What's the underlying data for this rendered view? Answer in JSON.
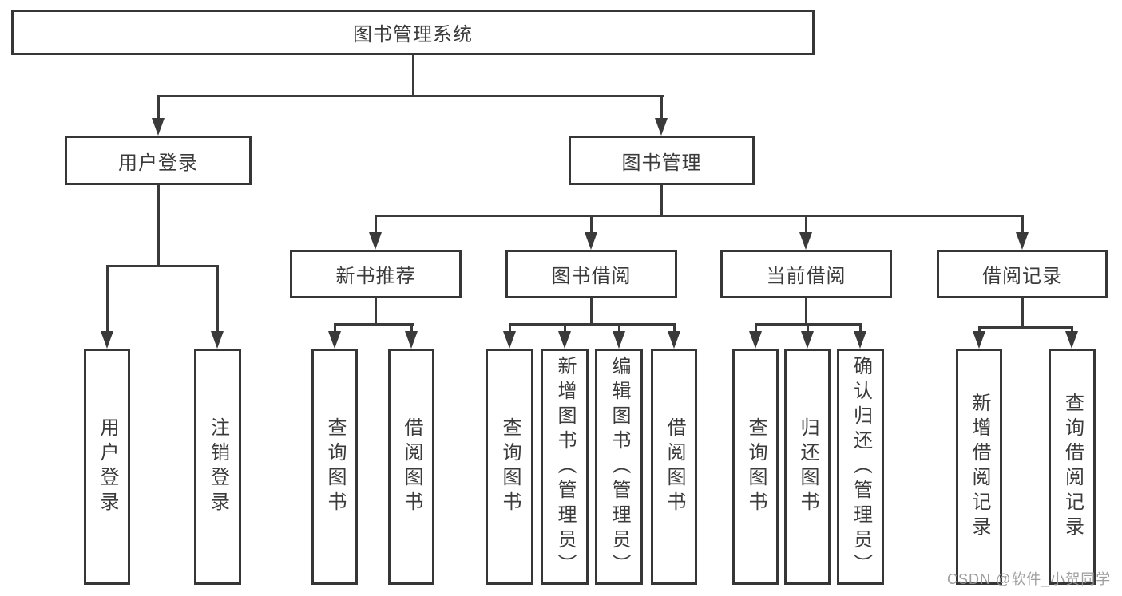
{
  "diagram_type": "hierarchy-tree",
  "colors": {
    "background": "#ffffff",
    "line": "#3a3a3a",
    "box_border": "#363636",
    "text": "#3b3b3b",
    "watermark": "#969696"
  },
  "tree": {
    "root": {
      "label": "图书管理系统",
      "children": [
        {
          "label": "用户登录",
          "children": [
            {
              "label": "用户登录"
            },
            {
              "label": "注销登录"
            }
          ]
        },
        {
          "label": "图书管理",
          "children": [
            {
              "label": "新书推荐",
              "children": [
                {
                  "label": "查询图书"
                },
                {
                  "label": "借阅图书"
                }
              ]
            },
            {
              "label": "图书借阅",
              "children": [
                {
                  "label": "查询图书"
                },
                {
                  "label": "新增图书（管理员）"
                },
                {
                  "label": "编辑图书（管理员）"
                },
                {
                  "label": "借阅图书"
                }
              ]
            },
            {
              "label": "当前借阅",
              "children": [
                {
                  "label": "查询图书"
                },
                {
                  "label": "归还图书"
                },
                {
                  "label": "确认归还（管理员）"
                }
              ]
            },
            {
              "label": "借阅记录",
              "children": [
                {
                  "label": "新增借阅记录"
                },
                {
                  "label": "查询借阅记录"
                }
              ]
            }
          ]
        }
      ]
    }
  },
  "watermark": {
    "text": "CSDN @软件_小贺同学"
  }
}
